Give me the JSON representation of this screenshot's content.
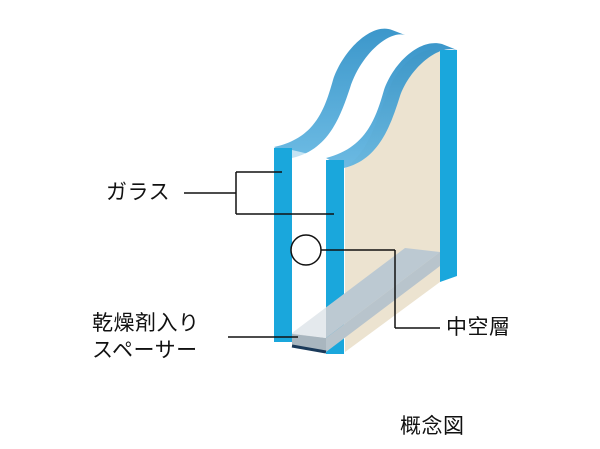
{
  "labels": {
    "glass": "ガラス",
    "spacer_line1": "乾燥剤入り",
    "spacer_line2": "スペーサー",
    "air_layer": "中空層",
    "caption": "概念図"
  },
  "icons": {
    "glass_panes": "double-glazing-cross-section",
    "air_gap": "hollow-layer-fill",
    "spacer": "desiccant-spacer-bar"
  },
  "colors": {
    "glass_edge": "#1aa7dc",
    "glass_back": "#87c6e6",
    "air_layer": "#ece3d0",
    "spacer": "#bcc9d2",
    "leader_line": "#111111"
  }
}
